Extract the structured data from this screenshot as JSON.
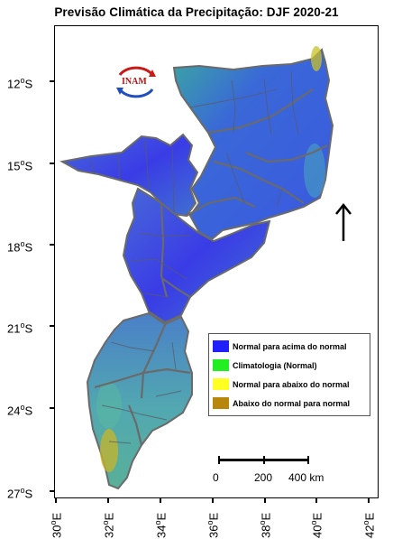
{
  "title": "Previsão Climática da Precipitação: DJF 2020-21",
  "logo_text": "INAM",
  "north_label": "N",
  "lat_labels": [
    "12",
    "15",
    "18",
    "21",
    "24",
    "27"
  ],
  "lat_suffix": "S",
  "lon_labels": [
    "30",
    "32",
    "34",
    "36",
    "38",
    "40",
    "42"
  ],
  "lon_suffix": "E",
  "degree_mark": "o",
  "legend": [
    {
      "label": "Normal para acima do normal",
      "color": "#1f1fff"
    },
    {
      "label": "Climatologia (Normal)",
      "color": "#22ee22"
    },
    {
      "label": "Normal para abaixo do normal",
      "color": "#ffff22"
    },
    {
      "label": "Abaixo do normal para normal",
      "color": "#b8860b"
    }
  ],
  "scale": {
    "labels": [
      "0",
      "200",
      "400 km"
    ]
  },
  "colors": {
    "wet": "#3a48e8",
    "normal": "#4aa6b8",
    "dry": "#c8b428",
    "border": "#6a6a6a"
  }
}
